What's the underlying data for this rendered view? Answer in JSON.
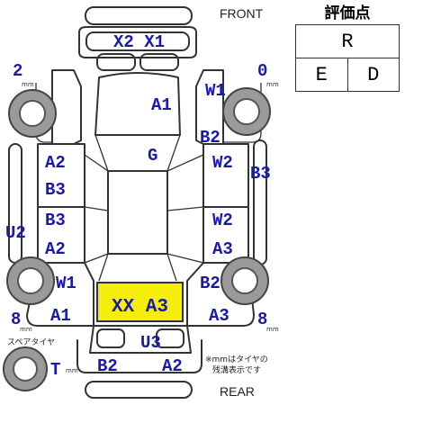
{
  "labels": {
    "front": "FRONT",
    "rear": "REAR",
    "spare_tire": "スペアタイヤ",
    "mm_note_line1": "※mmはタイヤの",
    "mm_note_line2": "残溝表示です",
    "mm_unit": "mm"
  },
  "score_box": {
    "title": "評価点",
    "overall": "R",
    "exterior": "E",
    "interior": "D"
  },
  "tread": {
    "front_left": "2",
    "front_right": "0",
    "rear_left": "8",
    "rear_right": "8",
    "spare": "T"
  },
  "damage_codes": {
    "front_glass": "X2 X1",
    "hood": "A1",
    "front_right_fender": "W1",
    "right_a_pillar": "B2",
    "roof": "G",
    "left_front_door_upper": "A2",
    "left_front_door_lower": "B3",
    "right_front_door_upper": "W2",
    "right_side": "B3",
    "left_rear_door_upper": "B3",
    "left_rear_door_lower": "A2",
    "right_rear_door_upper": "W2",
    "right_rear_door_lower": "A3",
    "left_side": "U2",
    "left_rear_wheel_arch": "W1",
    "right_rear_wheel_arch": "B2",
    "left_rear_quarter": "A1",
    "right_rear_quarter": "A3",
    "trunk": "XX A3",
    "rear_bumper_center": "U3",
    "rear_left_corner": "B2",
    "rear_right_corner": "A2"
  },
  "colors": {
    "code_text": "#1a1aa8",
    "highlight": "#f6ee0a"
  }
}
